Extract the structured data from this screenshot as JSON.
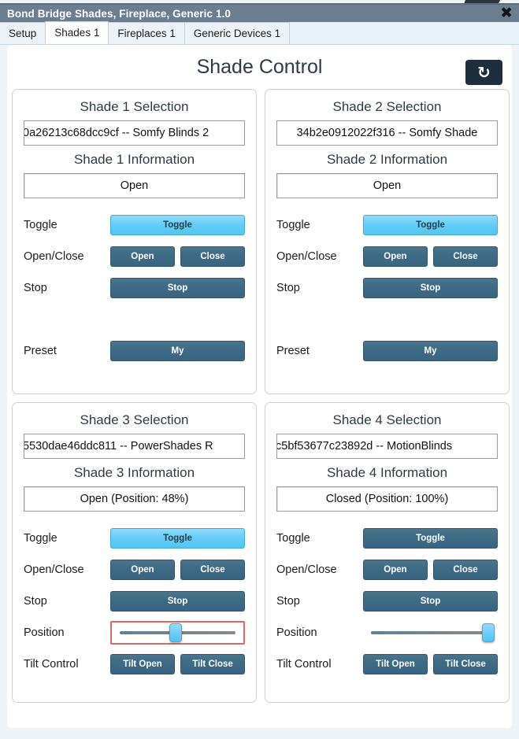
{
  "window": {
    "title": "Bond Bridge Shades, Fireplace, Generic 1.0",
    "close_icon": "✖"
  },
  "tabs": [
    {
      "label": "Setup",
      "active": false
    },
    {
      "label": "Shades 1",
      "active": true
    },
    {
      "label": "Fireplaces 1",
      "active": false
    },
    {
      "label": "Generic Devices 1",
      "active": false
    }
  ],
  "page": {
    "title": "Shade Control",
    "refresh_icon": "↻"
  },
  "labels": {
    "toggle": "Toggle",
    "open_close": "Open/Close",
    "stop": "Stop",
    "preset": "Preset",
    "position": "Position",
    "tilt_control": "Tilt Control"
  },
  "buttons": {
    "toggle": "Toggle",
    "open": "Open",
    "close": "Close",
    "stop": "Stop",
    "my": "My",
    "tilt_open": "Tilt Open",
    "tilt_close": "Tilt Close"
  },
  "shades": [
    {
      "selection_heading": "Shade 1 Selection",
      "selection_value": "0a26213c68dcc9cf -- Somfy Blinds 2",
      "information_heading": "Shade 1 Information",
      "information_value": "Open",
      "toggle_active": true,
      "has_preset": true,
      "has_position": false,
      "has_tilt": false,
      "position_percent": null,
      "position_focused": false
    },
    {
      "selection_heading": "Shade 2 Selection",
      "selection_value": "34b2e0912022f316 -- Somfy Shade",
      "information_heading": "Shade 2 Information",
      "information_value": "Open",
      "toggle_active": true,
      "has_preset": true,
      "has_position": false,
      "has_tilt": false,
      "position_percent": null,
      "position_focused": false
    },
    {
      "selection_heading": "Shade 3 Selection",
      "selection_value": "5530dae46ddc811 -- PowerShades R",
      "information_heading": "Shade 3 Information",
      "information_value": "Open (Position: 48%)",
      "toggle_active": true,
      "has_preset": false,
      "has_position": true,
      "has_tilt": true,
      "position_percent": 48,
      "position_focused": true
    },
    {
      "selection_heading": "Shade 4 Selection",
      "selection_value": "c5bf53677c23892d -- MotionBlinds",
      "information_heading": "Shade 4 Information",
      "information_value": "Closed (Position: 100%)",
      "toggle_active": false,
      "has_preset": false,
      "has_position": true,
      "has_tilt": true,
      "position_percent": 100,
      "position_focused": false
    }
  ],
  "colors": {
    "titlebar": "#6c7d8f",
    "button_dark": "#3d6b85",
    "toggle_active": "#63cdf6",
    "focus_outline": "#e06666",
    "refresh_button": "#1e2e3c"
  }
}
